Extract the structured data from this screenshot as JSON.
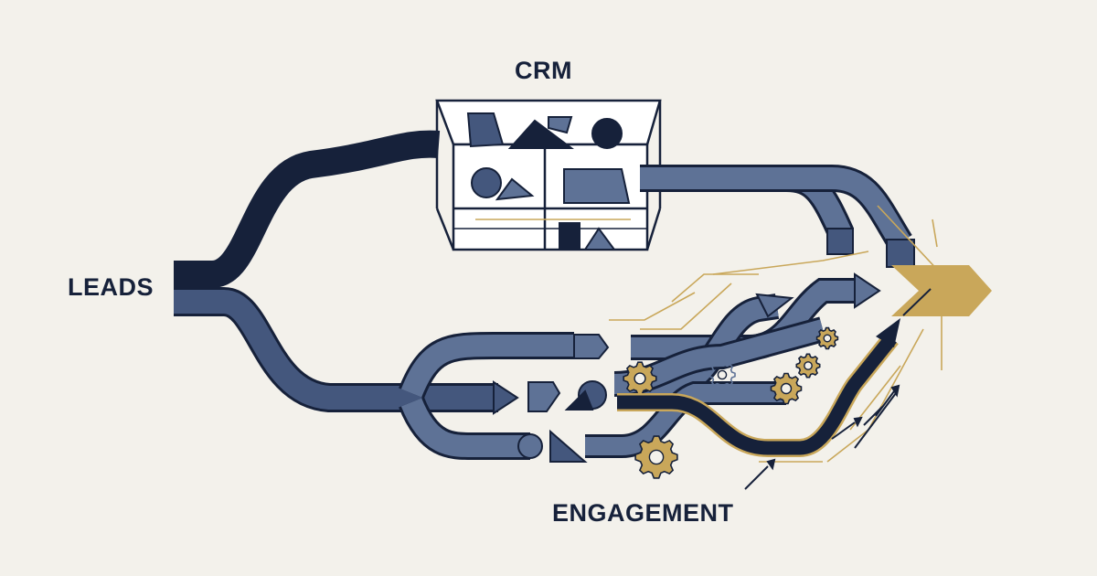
{
  "labels": {
    "crm": "CRM",
    "leads": "LEADS",
    "engagement": "ENGAGEMENT"
  },
  "colors": {
    "background": "#f3f1eb",
    "navy": "#16213a",
    "slate": "#44577d",
    "steel": "#5e7296",
    "gold": "#c9a75a",
    "white": "#ffffff"
  },
  "icons": [
    "crm-storage-box",
    "gear-icon",
    "target-arrow-icon",
    "trend-arrow-icon"
  ]
}
